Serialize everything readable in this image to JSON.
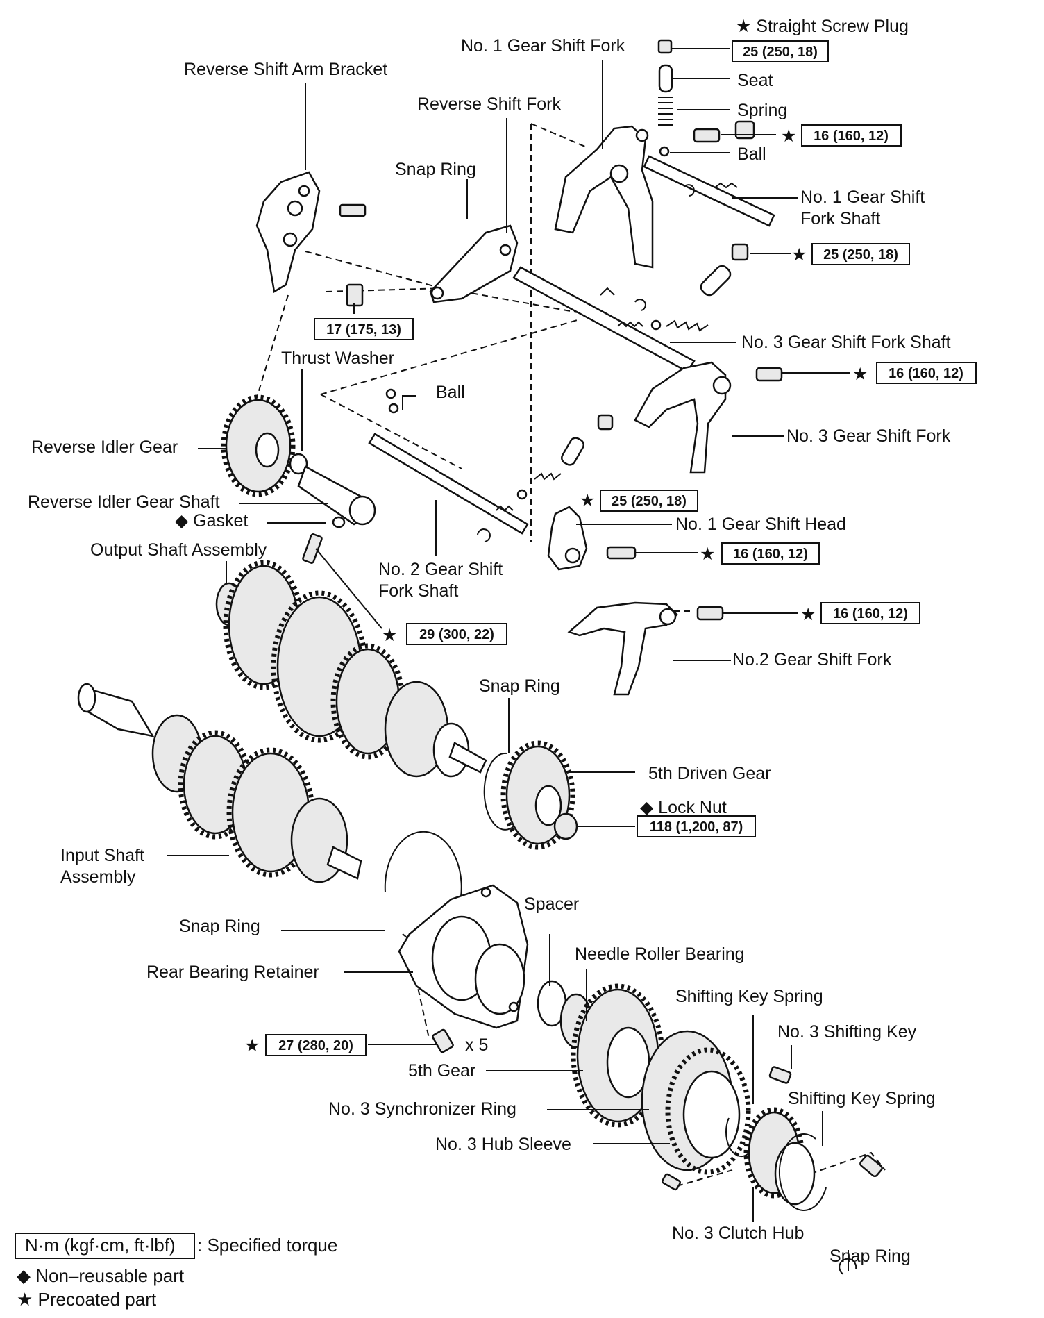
{
  "labels": {
    "straight_screw_plug": "★ Straight Screw Plug",
    "no1_gear_shift_fork": "No. 1 Gear Shift Fork",
    "reverse_shift_arm_bracket": "Reverse Shift Arm Bracket",
    "seat": "Seat",
    "reverse_shift_fork": "Reverse Shift Fork",
    "spring": "Spring",
    "ball_top": "Ball",
    "snap_ring_top": "Snap Ring",
    "no1_gear_shift_fork_shaft_1": "No. 1 Gear Shift",
    "no1_gear_shift_fork_shaft_2": "Fork Shaft",
    "no3_gear_shift_fork_shaft": "No. 3 Gear Shift Fork Shaft",
    "thrust_washer": "Thrust Washer",
    "ball_mid": "Ball",
    "no3_gear_shift_fork": "No. 3 Gear Shift Fork",
    "reverse_idler_gear": "Reverse Idler Gear",
    "reverse_idler_gear_shaft": "Reverse Idler Gear Shaft",
    "gasket": "◆ Gasket",
    "no1_gear_shift_head": "No. 1 Gear Shift Head",
    "output_shaft_assembly": "Output Shaft Assembly",
    "no2_gear_shift_fork_shaft_1": "No. 2 Gear Shift",
    "no2_gear_shift_fork_shaft_2": "Fork Shaft",
    "no2_gear_shift_fork": "No.2 Gear Shift Fork",
    "snap_ring_mid": "Snap Ring",
    "fifth_driven_gear": "5th Driven Gear",
    "lock_nut": "◆ Lock Nut",
    "input_shaft_assembly_1": "Input Shaft",
    "input_shaft_assembly_2": "Assembly",
    "spacer": "Spacer",
    "snap_ring_low": "Snap Ring",
    "needle_roller_bearing": "Needle Roller Bearing",
    "rear_bearing_retainer": "Rear Bearing Retainer",
    "shifting_key_spring_top": "Shifting Key Spring",
    "no3_shifting_key": "No. 3 Shifting Key",
    "x5": "x 5",
    "fifth_gear": "5th Gear",
    "shifting_key_spring_right": "Shifting Key Spring",
    "no3_synchronizer_ring": "No. 3 Synchronizer Ring",
    "no3_hub_sleeve": "No. 3 Hub Sleeve",
    "no3_clutch_hub": "No. 3 Clutch Hub",
    "snap_ring_bottom": "Snap Ring"
  },
  "torques": {
    "plug": "25 (250, 18)",
    "ball_plug": "16 (160, 12)",
    "no1_shaft_plug": "25 (250, 18)",
    "bracket_bolt": "17 (175, 13)",
    "no3_fork_bolt": "16 (160, 12)",
    "mid_plug": "25 (250, 18)",
    "no1_head_bolt": "16 (160, 12)",
    "output_bolt": "29 (300, 22)",
    "no2_fork_bolt": "16 (160, 12)",
    "lock_nut": "118 (1,200, 87)",
    "retainer_bolt": "27 (280, 20)"
  },
  "markers": {
    "star": "★"
  },
  "legend": {
    "unit_box": "N·m (kgf·cm, ft·lbf)",
    "unit_desc": ": Specified torque",
    "non_reusable": "◆ Non–reusable part",
    "precoated": "★ Precoated part"
  }
}
